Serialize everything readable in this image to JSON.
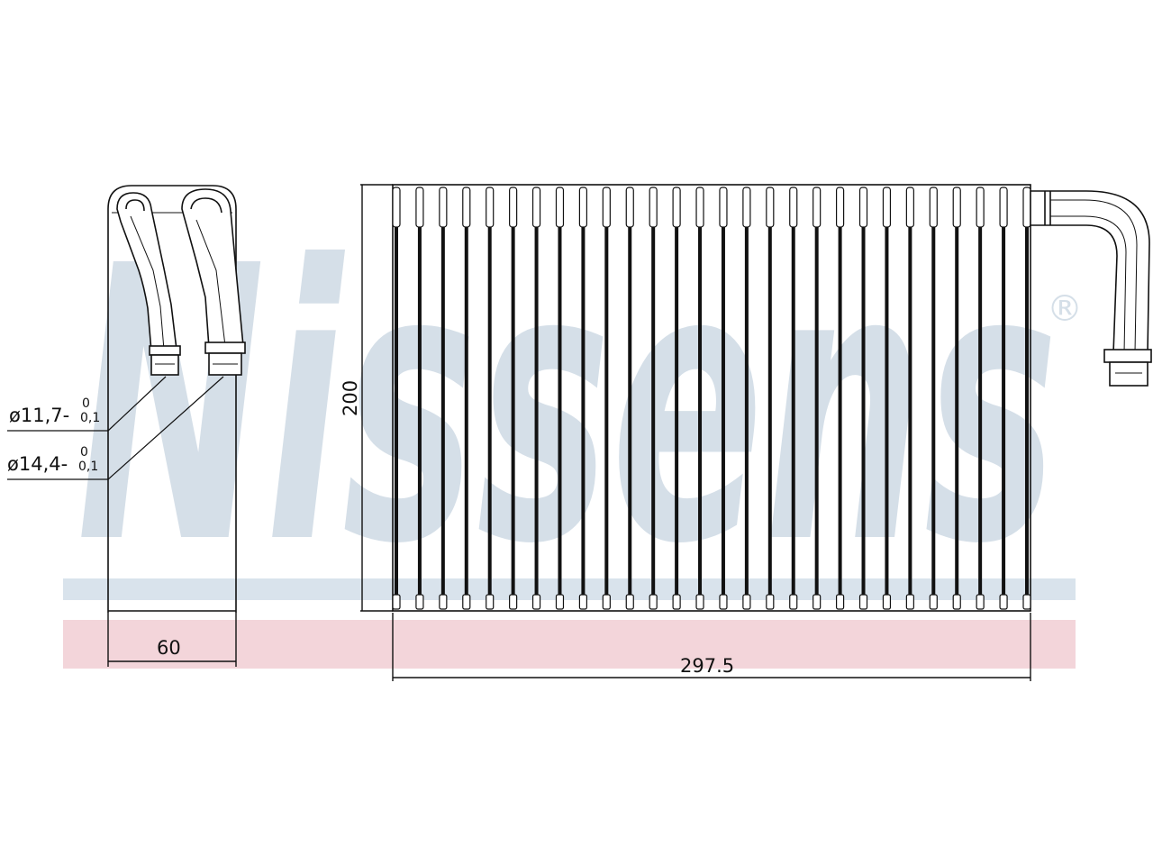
{
  "watermark": {
    "brand": "Nissens",
    "registered_mark": "®",
    "band_colors": {
      "blue": "#d9e3ec",
      "pink": "#f3d5da",
      "text": "#d5dfe8"
    }
  },
  "dimensions": {
    "depth": "60",
    "width": "297.5",
    "height": "200"
  },
  "pipes": [
    {
      "diameter": "ø11,7-",
      "tol_upper": "0",
      "tol_lower": "0,1"
    },
    {
      "diameter": "ø14,4-",
      "tol_upper": "0",
      "tol_lower": "0,1"
    }
  ],
  "core": {
    "tube_count": 28
  }
}
